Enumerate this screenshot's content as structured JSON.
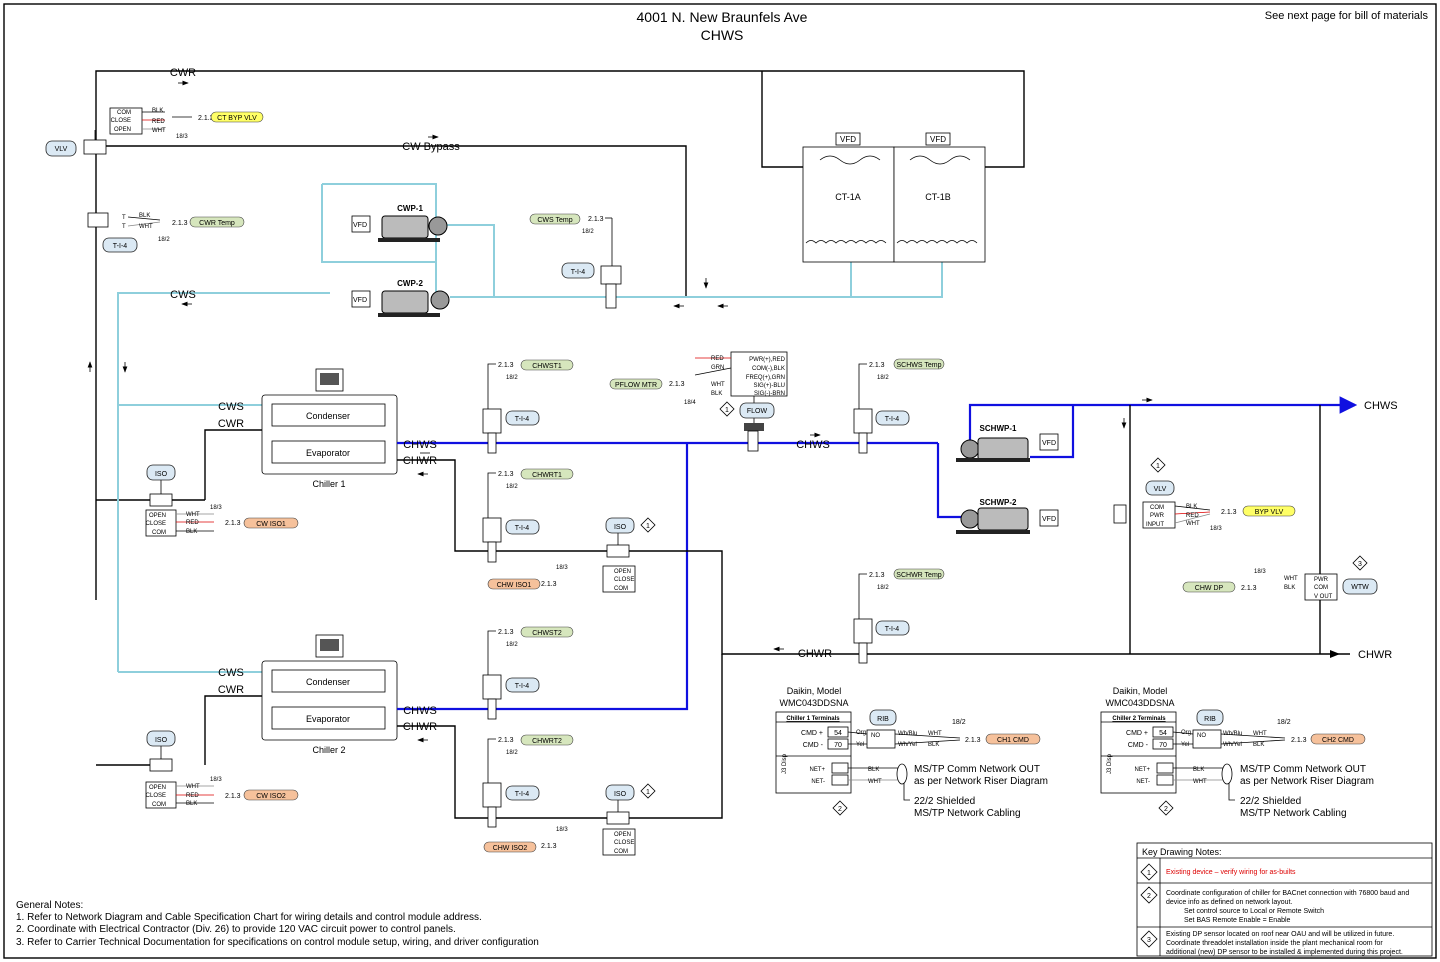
{
  "title": {
    "line1": "4001 N. New Braunfels Ave",
    "line2": "CHWS"
  },
  "page_note": "See next page for bill of materials",
  "pipes": {
    "cwr": "CWR",
    "cw_bypass": "CW Bypass",
    "cws": "CWS",
    "chws": "CHWS",
    "chwr": "CHWR"
  },
  "equipment": {
    "ct1a": "CT-1A",
    "ct1b": "CT-1B",
    "vfd": "VFD",
    "cwp1": "CWP-1",
    "cwp2": "CWP-2",
    "schwp1": "SCHWP-1",
    "schwp2": "SCHWP-2",
    "condenser": "Condenser",
    "evaporator": "Evaporator",
    "chiller1": "Chiller 1",
    "chiller2": "Chiller 2",
    "vlv": "VLV",
    "iso": "ISO",
    "flow": "FLOW",
    "wtw": "WTW",
    "rib": "RIB",
    "ti4": "T-I-4"
  },
  "tags": {
    "ct_byp_vlv": "CT BYP VLV",
    "cwr_temp": "CWR Temp",
    "cws_temp": "CWS Temp",
    "chwst1": "CHWST1",
    "chwrt1": "CHWRT1",
    "chwst2": "CHWST2",
    "chwrt2": "CHWRT2",
    "schws_temp": "SCHWS Temp",
    "schwr_temp": "SCHWR Temp",
    "pflow_mtr": "PFLOW MTR",
    "cw_iso1": "CW ISO1",
    "cw_iso2": "CW ISO2",
    "chw_iso1": "CHW ISO1",
    "chw_iso2": "CHW ISO2",
    "byp_vlv": "BYP VLV",
    "chw_dp": "CHW DP",
    "ch1_cmd": "CH1 CMD",
    "ch2_cmd": "CH2 CMD"
  },
  "wiring": {
    "addr": "2.1.3",
    "gauge": "18/2",
    "gauge3": "18/3",
    "gauge4": "18/4",
    "blk": "BLK",
    "red": "RED",
    "wht": "WHT",
    "grn": "GRN",
    "com": "COM",
    "close": "CLOSE",
    "open": "OPEN",
    "pwr": "PWR",
    "input": "INPUT",
    "vout": "V OUT",
    "t": "T"
  },
  "flow_terminals": [
    "PWR(+),RED",
    "COM(-),BLK",
    "FREQ(+),GRN",
    "SIG(+)-BLU",
    "SIG(-)-BRN"
  ],
  "chiller_panels": [
    {
      "maker": "Daikin, Model",
      "model": "WMC043DDSNA",
      "terminals": "Chiller 1 Terminals",
      "cmd_plus": "CMD +",
      "cmd_minus": "CMD -",
      "t54": "54",
      "t70": "70",
      "net_plus": "NET+",
      "net_minus": "NET-",
      "j3": "J3 Disp",
      "org": "Org",
      "yel": "Yel",
      "no": "NO",
      "wh_blu": "Wh/Blu",
      "wh_yel": "Wh/Yel",
      "net_out1": "MS/TP Comm Network OUT",
      "net_out2": "as per Network Riser Diagram",
      "cable1": "22/2 Shielded",
      "cable2": "MS/TP Network Cabling"
    },
    {
      "maker": "Daikin, Model",
      "model": "WMC043DDSNA",
      "terminals": "Chiller 2 Terminals",
      "cmd_plus": "CMD +",
      "cmd_minus": "CMD -",
      "t54": "54",
      "t70": "70",
      "net_plus": "NET+",
      "net_minus": "NET-",
      "j3": "J3 Disp",
      "org": "Org",
      "yel": "Yel",
      "no": "NO",
      "wh_blu": "Wh/Blu",
      "wh_yel": "Wh/Yel",
      "net_out1": "MS/TP Comm Network OUT",
      "net_out2": "as per Network Riser Diagram",
      "cable1": "22/2 Shielded",
      "cable2": "MS/TP Network Cabling"
    }
  ],
  "key_notes": {
    "title": "Key Drawing Notes:",
    "n1": "Existing device – verify wiring for as-builts",
    "n2": [
      "Coordinate configuration of chiller for BACnet connection with 76800 baud and",
      "device info as defined on network layout.",
      "Set control source to Local or Remote Switch",
      "Set BAS Remote Enable = Enable"
    ],
    "n3": [
      "Existing DP sensor located on roof near OAU and will be utilized in future.",
      "Coordinate threadolet installation inside the plant mechanical room for",
      "additional (new) DP sensor to be installed & implemented during this project."
    ]
  },
  "general_notes": {
    "title": "General Notes:",
    "items": [
      "1. Refer to Network Diagram and Cable Specification Chart for wiring details and control module address.",
      "2. Coordinate with Electrical Contractor (Div. 26) to provide 120 VAC circuit power to control panels.",
      "3. Refer to Carrier Technical Documentation for specifications on control module setup, wiring, and driver configuration"
    ]
  },
  "note_numbers": [
    "1",
    "2",
    "3"
  ]
}
